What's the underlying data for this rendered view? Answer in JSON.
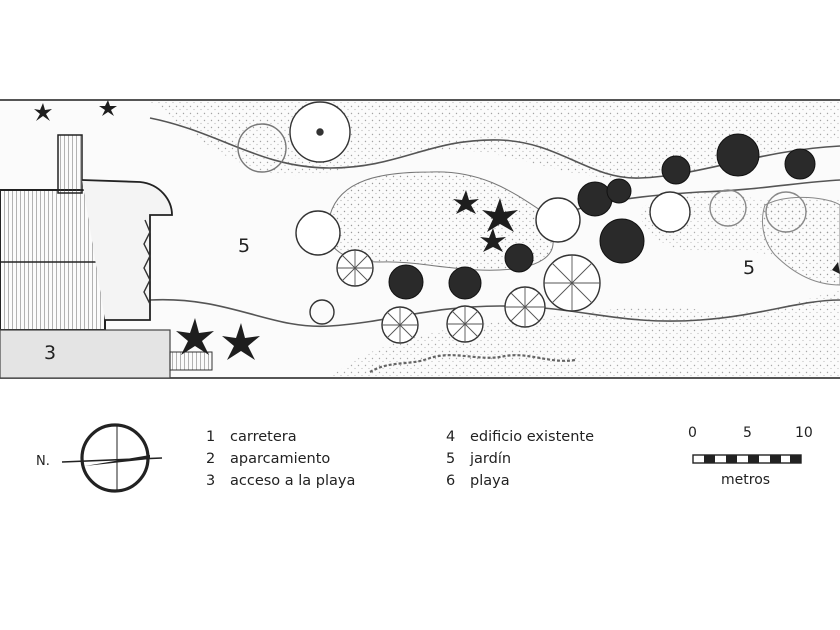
{
  "plan": {
    "zone_labels": [
      "5",
      "5",
      "3"
    ]
  },
  "north": {
    "label": "N."
  },
  "legend": {
    "col1": [
      {
        "num": "1",
        "text": "carretera"
      },
      {
        "num": "2",
        "text": "aparcamiento"
      },
      {
        "num": "3",
        "text": "acceso a la playa"
      }
    ],
    "col2": [
      {
        "num": "4",
        "text": "edificio existente"
      },
      {
        "num": "5",
        "text": "jardín"
      },
      {
        "num": "6",
        "text": "playa"
      }
    ]
  },
  "scale": {
    "ticks": [
      "0",
      "5",
      "10"
    ],
    "unit": "metros"
  },
  "colors": {
    "ink": "#1a1a1a",
    "paper": "#ffffff",
    "stipple": "#bdbdbd"
  }
}
